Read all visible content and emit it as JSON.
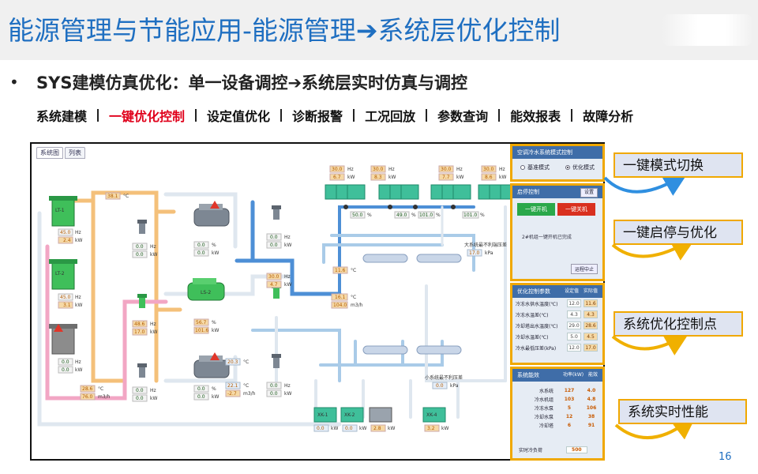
{
  "slide": {
    "title": "能源管理与节能应用-能源管理➔系统层优化控制",
    "bullet": "•",
    "subtitle": "SYS建模仿真优化：单一设备调控➔系统层实时仿真与调控",
    "page_number": "16"
  },
  "menu": {
    "items": [
      {
        "label": "系统建模",
        "active": false
      },
      {
        "label": "一键优化控制",
        "active": true
      },
      {
        "label": "设定值优化",
        "active": false
      },
      {
        "label": "诊断报警",
        "active": false
      },
      {
        "label": "工况回放",
        "active": false
      },
      {
        "label": "参数查询",
        "active": false
      },
      {
        "label": "能效报表",
        "active": false
      },
      {
        "label": "故障分析",
        "active": false
      }
    ],
    "active_color": "#e0001b"
  },
  "system_window": {
    "tabs": [
      "系统图",
      "列表"
    ],
    "towers": [
      {
        "name": "LT-1",
        "hz": "45.0",
        "kw": "2.4",
        "state": "on"
      },
      {
        "name": "LT-2",
        "hz": "45.0",
        "kw": "3.1",
        "state": "on"
      },
      {
        "name": "",
        "hz": "0.0",
        "kw": "0.0",
        "state": "off"
      }
    ],
    "chillers": [
      {
        "name": "",
        "pct": "0.0",
        "kw": "0.0",
        "state": "off"
      },
      {
        "name": "LS-2",
        "pct": "56.7",
        "kw": "101.6",
        "state": "on"
      },
      {
        "name": "",
        "pct": "0.0",
        "kw": "0.0",
        "state": "off"
      }
    ],
    "cw_pumps": [
      {
        "hz": "0.0",
        "kw": "0.0"
      },
      {
        "hz": "48.6",
        "kw": "17.0"
      },
      {
        "hz": "0.0",
        "kw": "0.0"
      }
    ],
    "chw_pumps": [
      {
        "hz": "0.0",
        "kw": "0.0"
      },
      {
        "hz": "30.0",
        "kw": "4.7"
      },
      {
        "hz": "0.0",
        "kw": "0.0"
      }
    ],
    "ahus": [
      {
        "hz": "30.0",
        "kw": "6.7"
      },
      {
        "hz": "30.0",
        "kw": "8.3"
      },
      {
        "hz": "30.0",
        "kw": "7.7"
      },
      {
        "hz": "30.0",
        "kw": "8.6"
      }
    ],
    "valves": [
      "50.0",
      "49.0",
      "101.0",
      "101.0"
    ],
    "header_temp_top": "38.1",
    "header_temp_mid": "11.6",
    "main_temp": "16.1",
    "main_flow": "104.0",
    "return_temp": "20.3",
    "cw_temp": "22.1",
    "cw_flow": "-2.7",
    "cooling_temp": "28.6",
    "cooling_flow": "76.0",
    "big_sys_note": "大系统最不利端压差",
    "big_sys_val": "17.0",
    "small_sys_note": "小系统最不利压差",
    "small_sys_val": "0.0",
    "unit_kpa": "kPa",
    "terminals": [
      {
        "name": "XK-1",
        "kw": "0.0",
        "state": "on"
      },
      {
        "name": "XK-2",
        "kw": "0.0",
        "state": "on"
      },
      {
        "name": "",
        "kw": "2.8",
        "state": "off"
      },
      {
        "name": "XK-4",
        "kw": "3.2",
        "state": "on"
      }
    ],
    "units": {
      "hz": "Hz",
      "kw": "kW",
      "pct": "%",
      "degc": "°C",
      "flow": "m3/h"
    }
  },
  "panels": {
    "mode": {
      "title": "空调冷水系统模式控制",
      "options": [
        {
          "label": "基准模式",
          "selected": false
        },
        {
          "label": "优化模式",
          "selected": true
        }
      ]
    },
    "startstop": {
      "title": "启停控制",
      "settings_label": "设置",
      "start_label": "一键开机",
      "stop_label": "一键关机",
      "status": "2#机组一键开机已完成",
      "halt_label": "运程中止"
    },
    "optimize": {
      "title": "优化控制参数",
      "col_set": "设定值",
      "col_act": "实际值",
      "rows": [
        {
          "name": "冷冻水供水温度(℃)",
          "set": "12.0",
          "act": "11.6"
        },
        {
          "name": "冷冻水温差(℃)",
          "set": "4.3",
          "act": "4.3"
        },
        {
          "name": "冷却塔出水温度(℃)",
          "set": "29.0",
          "act": "28.6"
        },
        {
          "name": "冷却水温差(℃)",
          "set": "5.0",
          "act": "4.5"
        },
        {
          "name": "冷水最低压差(kPa)",
          "set": "12.0",
          "act": "17.0"
        }
      ]
    },
    "performance": {
      "title": "系统能效",
      "col_power": "功率(kW)",
      "col_cop": "能效",
      "rows": [
        {
          "name": "水系统",
          "power": "127",
          "cop": "4.0"
        },
        {
          "name": "冷水机组",
          "power": "103",
          "cop": "4.8"
        },
        {
          "name": "冷冻水泵",
          "power": "5",
          "cop": "106"
        },
        {
          "name": "冷却水泵",
          "power": "12",
          "cop": "38"
        },
        {
          "name": "冷却塔",
          "power": "6",
          "cop": "91"
        }
      ],
      "total_label": "实时冷负荷",
      "total_value": "500"
    }
  },
  "callouts": [
    {
      "label": "一键模式切换"
    },
    {
      "label": "一键启停与优化"
    },
    {
      "label": "系统优化控制点"
    },
    {
      "label": "系统实时性能"
    }
  ],
  "colors": {
    "title_blue": "#1f6fc1",
    "panel_border": "#f0a800",
    "callout_fill": "#dfe4f1",
    "pipe_orange": "#f4c07a",
    "pipe_blue": "#4d8fd6",
    "pipe_lightblue": "#a9cbe8",
    "pipe_pink": "#f2a6c4",
    "equipment_green": "#3fbf5a",
    "arrow_blue": "#2f8fe0",
    "arrow_yellow": "#f0b000"
  }
}
